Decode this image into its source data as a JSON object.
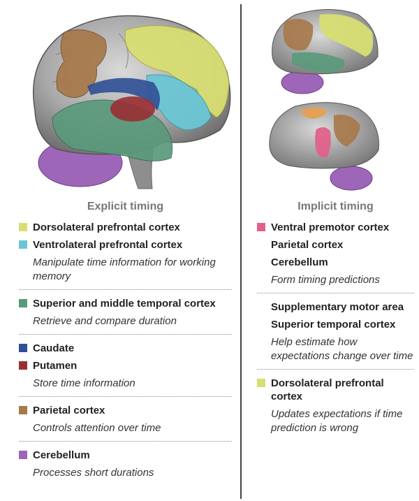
{
  "colors": {
    "dorsolateral": "#d8de72",
    "ventrolateral": "#6cc6d4",
    "temporal": "#5a9a7c",
    "caudate": "#2f4f97",
    "putamen": "#9a2f33",
    "parietal": "#a7784a",
    "cerebellum": "#9e66b9",
    "ventral_premotor": "#e0628b",
    "supplementary": "#e5a050"
  },
  "explicit": {
    "title": "Explicit timing",
    "groups": [
      {
        "items": [
          {
            "label": "Dorsolateral prefrontal cortex",
            "color": "#d8de72"
          },
          {
            "label": "Ventrolateral prefrontal cortex",
            "color": "#6cc6d4"
          }
        ],
        "desc": "Manipulate time information for working memory"
      },
      {
        "items": [
          {
            "label": "Superior and middle temporal cortex",
            "color": "#5a9a7c"
          }
        ],
        "desc": "Retrieve and compare duration"
      },
      {
        "items": [
          {
            "label": "Caudate",
            "color": "#2f4f97"
          },
          {
            "label": "Putamen",
            "color": "#9a2f33"
          }
        ],
        "desc": "Store time information"
      },
      {
        "items": [
          {
            "label": "Parietal cortex",
            "color": "#a7784a"
          }
        ],
        "desc": "Controls attention over time"
      },
      {
        "items": [
          {
            "label": "Cerebellum",
            "color": "#9e66b9"
          }
        ],
        "desc": "Processes short durations"
      }
    ]
  },
  "implicit": {
    "title": "Implicit timing",
    "groups": [
      {
        "items": [
          {
            "label": "Ventral premotor cortex",
            "color": "#e0628b"
          },
          {
            "label": "Parietal cortex",
            "color": ""
          },
          {
            "label": "Cerebellum",
            "color": ""
          }
        ],
        "desc": "Form timing predictions"
      },
      {
        "items": [
          {
            "label": "Supplementary motor area",
            "color": ""
          },
          {
            "label": "Superior temporal cortex",
            "color": ""
          }
        ],
        "desc": "Help estimate how expectations change over time"
      },
      {
        "items": [
          {
            "label": "Dorsolateral prefrontal cortex",
            "color": "#d8de72"
          }
        ],
        "desc": "Updates expectations if time prediction is wrong"
      }
    ]
  }
}
